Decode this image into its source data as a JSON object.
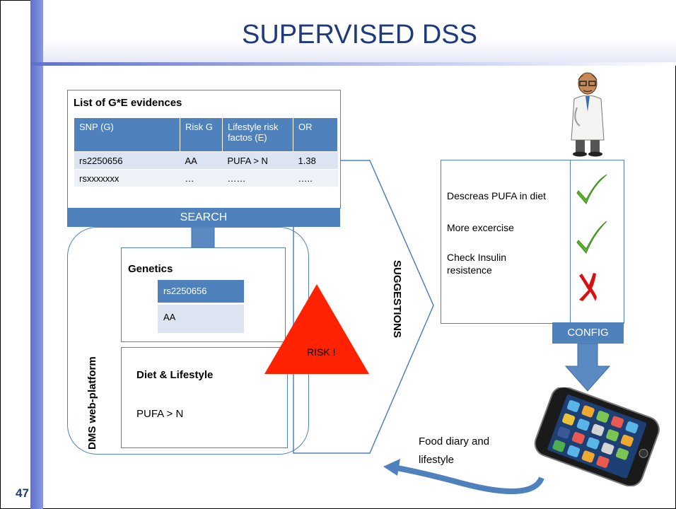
{
  "slide": {
    "title": "SUPERVISED DSS",
    "number": "47"
  },
  "evidence": {
    "title": "List of G*E evidences",
    "columns": [
      "SNP (G)",
      "Risk G",
      "Lifestyle risk factos  (E)",
      "OR"
    ],
    "rows": [
      [
        "rs2250656",
        "AA",
        "PUFA  > N",
        "1.38"
      ],
      [
        "rsxxxxxxx",
        "…",
        "……",
        "….."
      ]
    ]
  },
  "search_label": "SEARCH",
  "platform_label": "DMS web-platform",
  "genetics": {
    "title": "Genetics",
    "snp": "rs2250656",
    "genotype": "AA"
  },
  "diet": {
    "title": "Diet & Lifestyle",
    "value": "PUFA > N"
  },
  "risk_label": "RISK !",
  "suggestions_label": "SUGGESTIONS",
  "suggestions": [
    {
      "text": "Descreas PUFA in diet",
      "status": "approved"
    },
    {
      "text": "More excercise",
      "status": "approved"
    },
    {
      "text": "Check Insulin resistence",
      "status": "rejected"
    }
  ],
  "config_label": "CONFIG",
  "food_diary_label": "Food diary and lifestyle",
  "colors": {
    "accent": "#4f81bd",
    "title": "#1f3a7d",
    "risk": "#ff2200",
    "check": "#5ab52e",
    "cross": "#d91010"
  },
  "icons": [
    "doctor-icon",
    "smartphone-icon",
    "check-icon",
    "cross-icon"
  ]
}
